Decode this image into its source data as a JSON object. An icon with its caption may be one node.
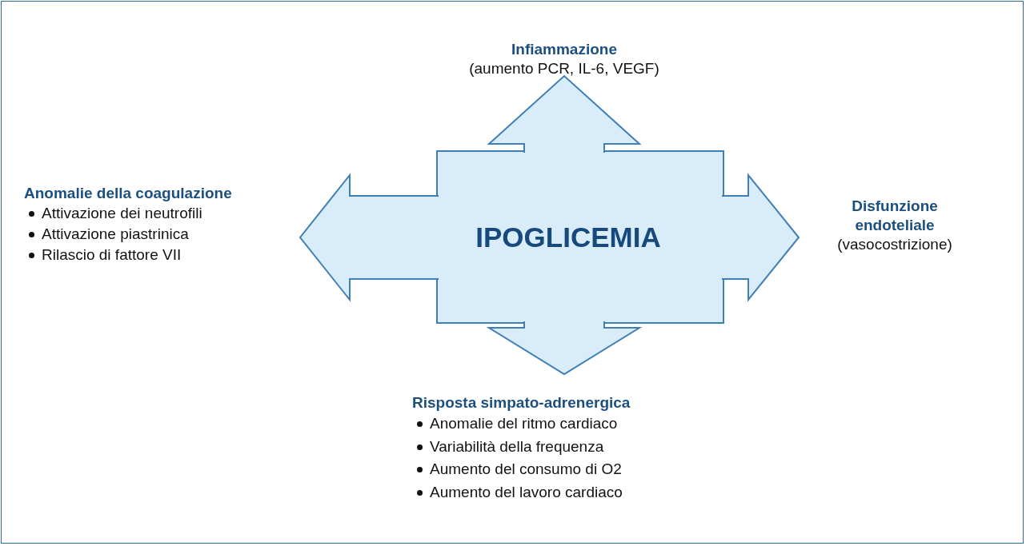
{
  "diagram": {
    "nodes": [
      {
        "text": [
          "IPOGLICEMIA"
        ]
      },
      {
        "text": [
          "Infiammazione",
          "(aumento PCR, IL-6, VEGF)"
        ]
      },
      {
        "text": [
          "Anomalie della coagulazione",
          "Attivazione dei neutrofili",
          "Attivazione piastrinica",
          "Rilascio di fattore VII"
        ]
      },
      {
        "text": [
          "Disfunzione endoteliale",
          "(vasocostrizione)"
        ]
      },
      {
        "text": [
          "Risposta simpato-adrenergica",
          "Anomalie del ritmo cardiaco",
          "Variabilità della frequenza",
          "Aumento del consumo di O2",
          "Aumento del lavoro cardiaco"
        ]
      }
    ],
    "edges": [
      {
        "from": 0,
        "to": 1,
        "arrow": "to"
      },
      {
        "from": 0,
        "to": 2,
        "arrow": "to"
      },
      {
        "from": 0,
        "to": 3,
        "arrow": "to"
      },
      {
        "from": 0,
        "to": 4,
        "arrow": "to"
      }
    ]
  }
}
